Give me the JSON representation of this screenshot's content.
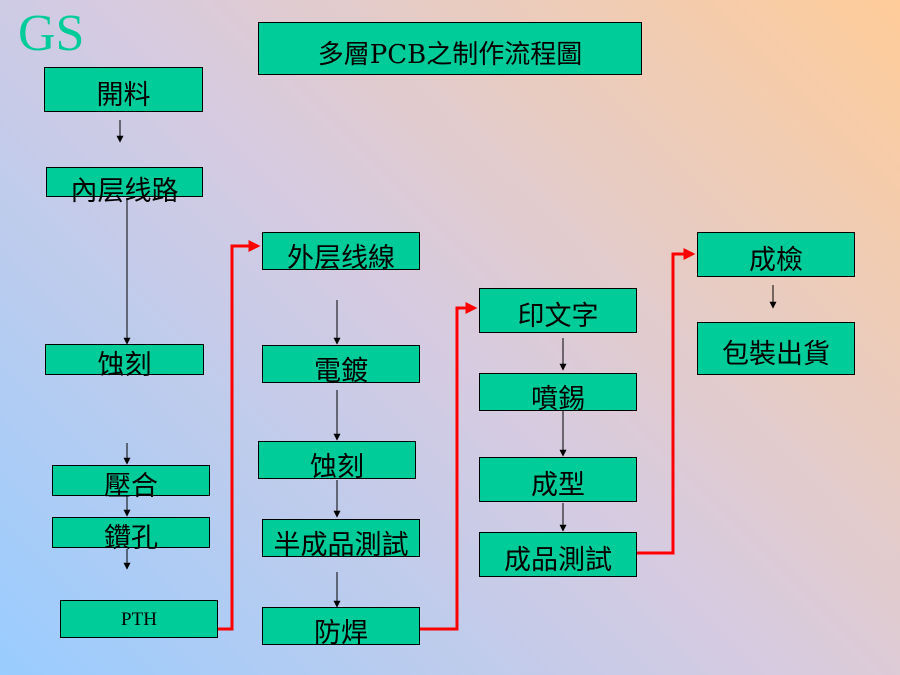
{
  "logo": "GS",
  "title": "多層PCB之制作流程圖",
  "steps": {
    "s1": "開料",
    "s2": "內层线路",
    "s3": "蚀刻",
    "s4": "壓合",
    "s5": "鑽孔",
    "s6": "PTH",
    "s7": "外层线線",
    "s8": "電鍍",
    "s9": "蚀刻",
    "s10": "半成品測試",
    "s11": "防焊",
    "s12": "印文字",
    "s13": "噴錫",
    "s14": "成型",
    "s15": "成品測試",
    "s16": "成檢",
    "s17": "包裝出貨"
  },
  "colors": {
    "box_fill": "#00cc99",
    "logo": "#00cc99",
    "connector_red": "#ff0000",
    "arrow_black": "#000000"
  }
}
